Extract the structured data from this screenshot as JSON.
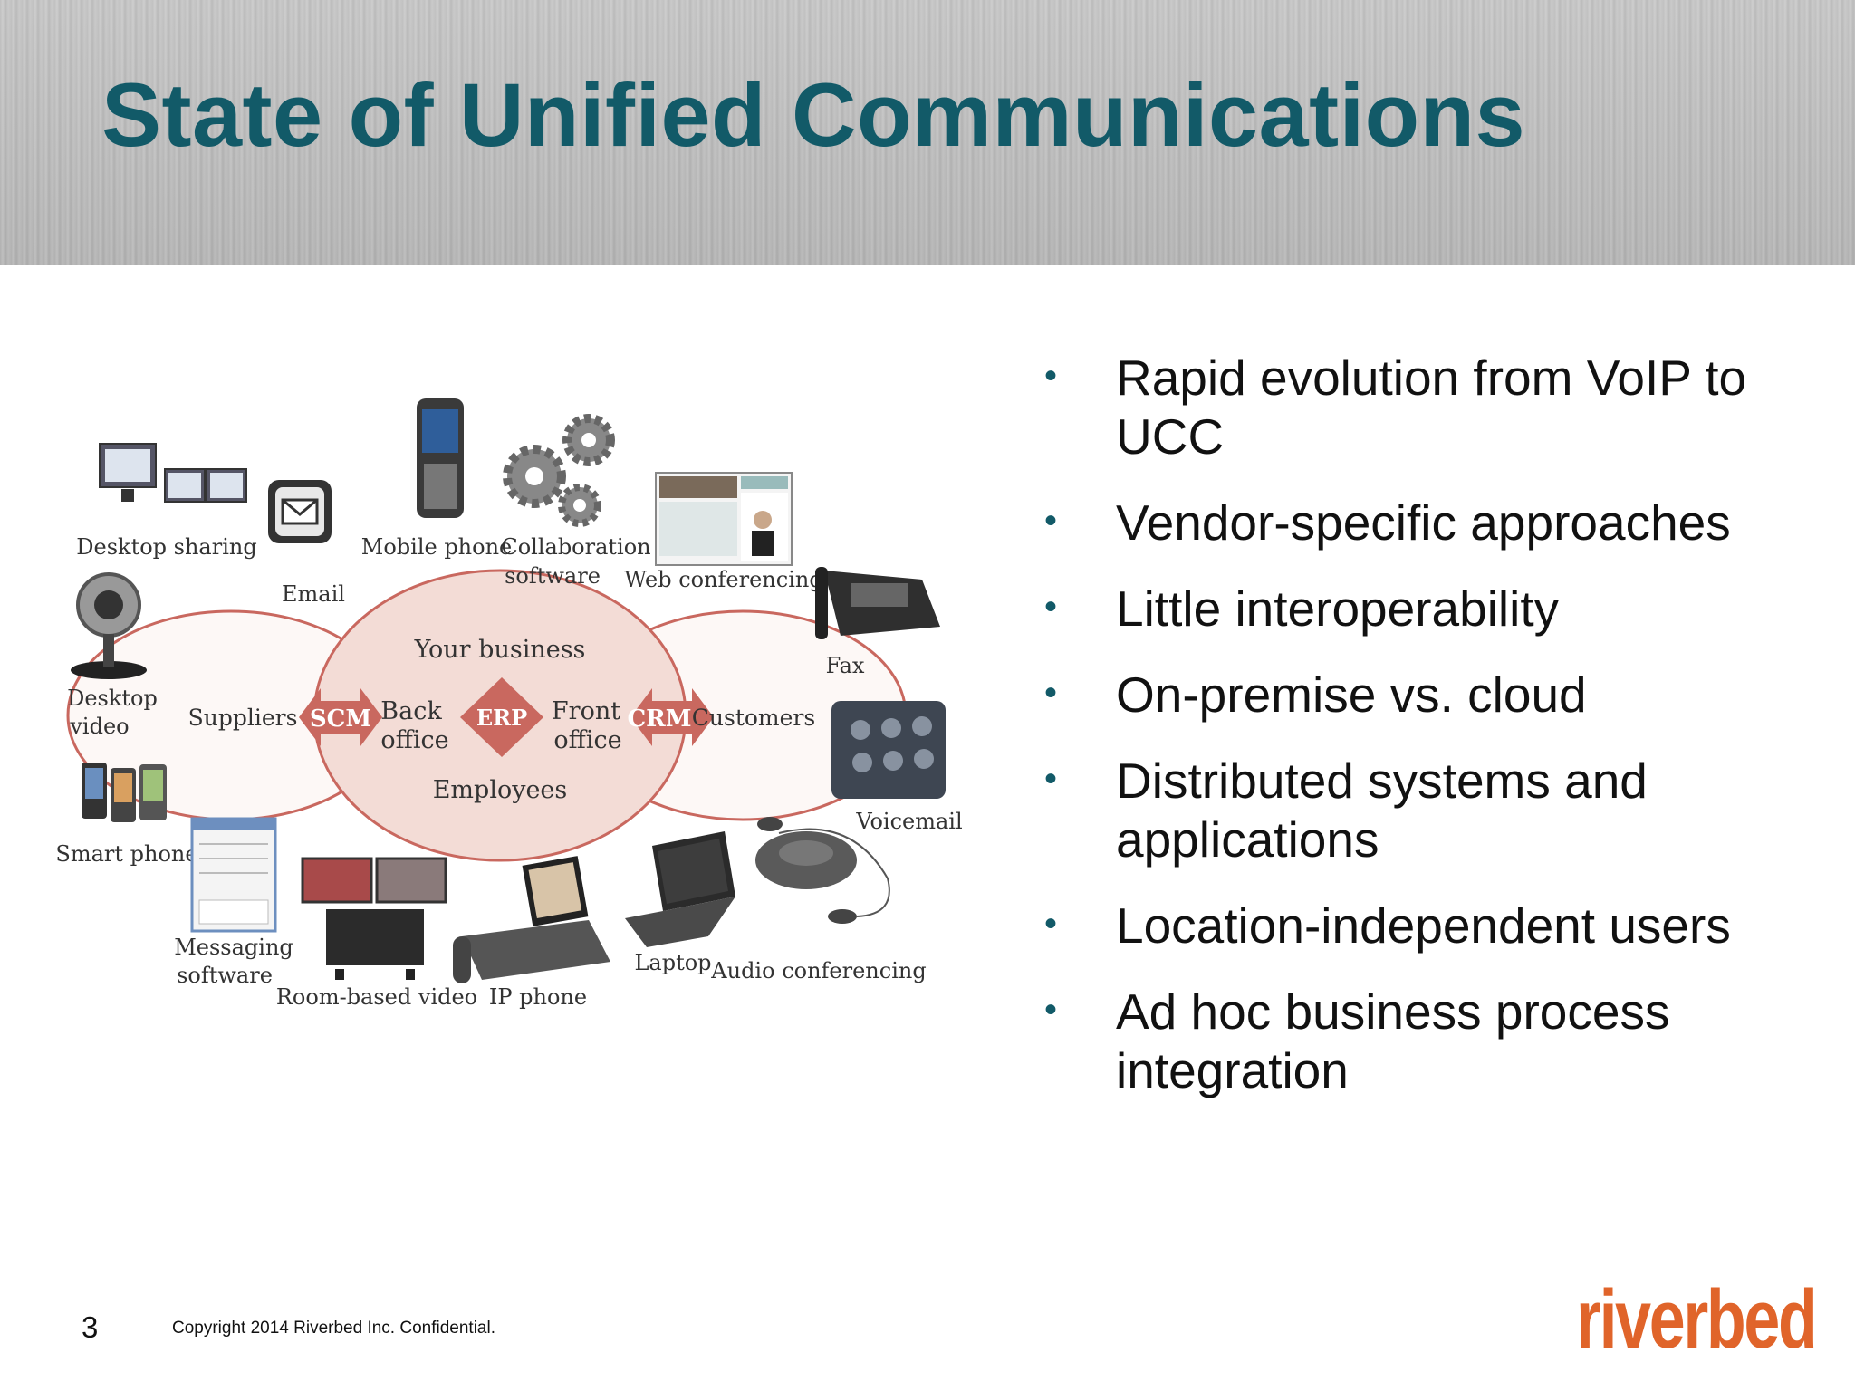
{
  "slide": {
    "title": "State of Unified Communications",
    "page_number": "3",
    "copyright": "Copyright 2014 Riverbed Inc. Confidential.",
    "logo_text": "riverbed"
  },
  "bullets": [
    "Rapid evolution from VoIP to UCC",
    "Vendor-specific approaches",
    "Little interoperability",
    "On-premise vs. cloud",
    "Distributed systems and applications",
    "Location-independent users",
    "Ad hoc business process integration"
  ],
  "diagram": {
    "center_title": "Your business",
    "left_label": "Suppliers",
    "right_label": "Customers",
    "back_office": [
      "Back",
      "office"
    ],
    "front_office": [
      "Front",
      "office"
    ],
    "bottom_label": "Employees",
    "scm": "SCM",
    "erp": "ERP",
    "crm": "CRM",
    "devices": {
      "desktop_sharing": "Desktop sharing",
      "email": "Email",
      "mobile_phone": "Mobile phone",
      "collaboration": [
        "Collaboration",
        "software"
      ],
      "web_conferencing": "Web conferencing",
      "fax": "Fax",
      "desktop_video": [
        "Desktop",
        "video"
      ],
      "voicemail": "Voicemail",
      "smart_phone": "Smart phone",
      "messaging": [
        "Messaging",
        "software"
      ],
      "room_video": "Room-based video",
      "ip_phone": "IP phone",
      "laptop": "Laptop",
      "audio_conferencing": "Audio conferencing"
    }
  },
  "colors": {
    "title": "#125a68",
    "logo": "#e0642a",
    "diagram_accent": "#c9685f"
  }
}
